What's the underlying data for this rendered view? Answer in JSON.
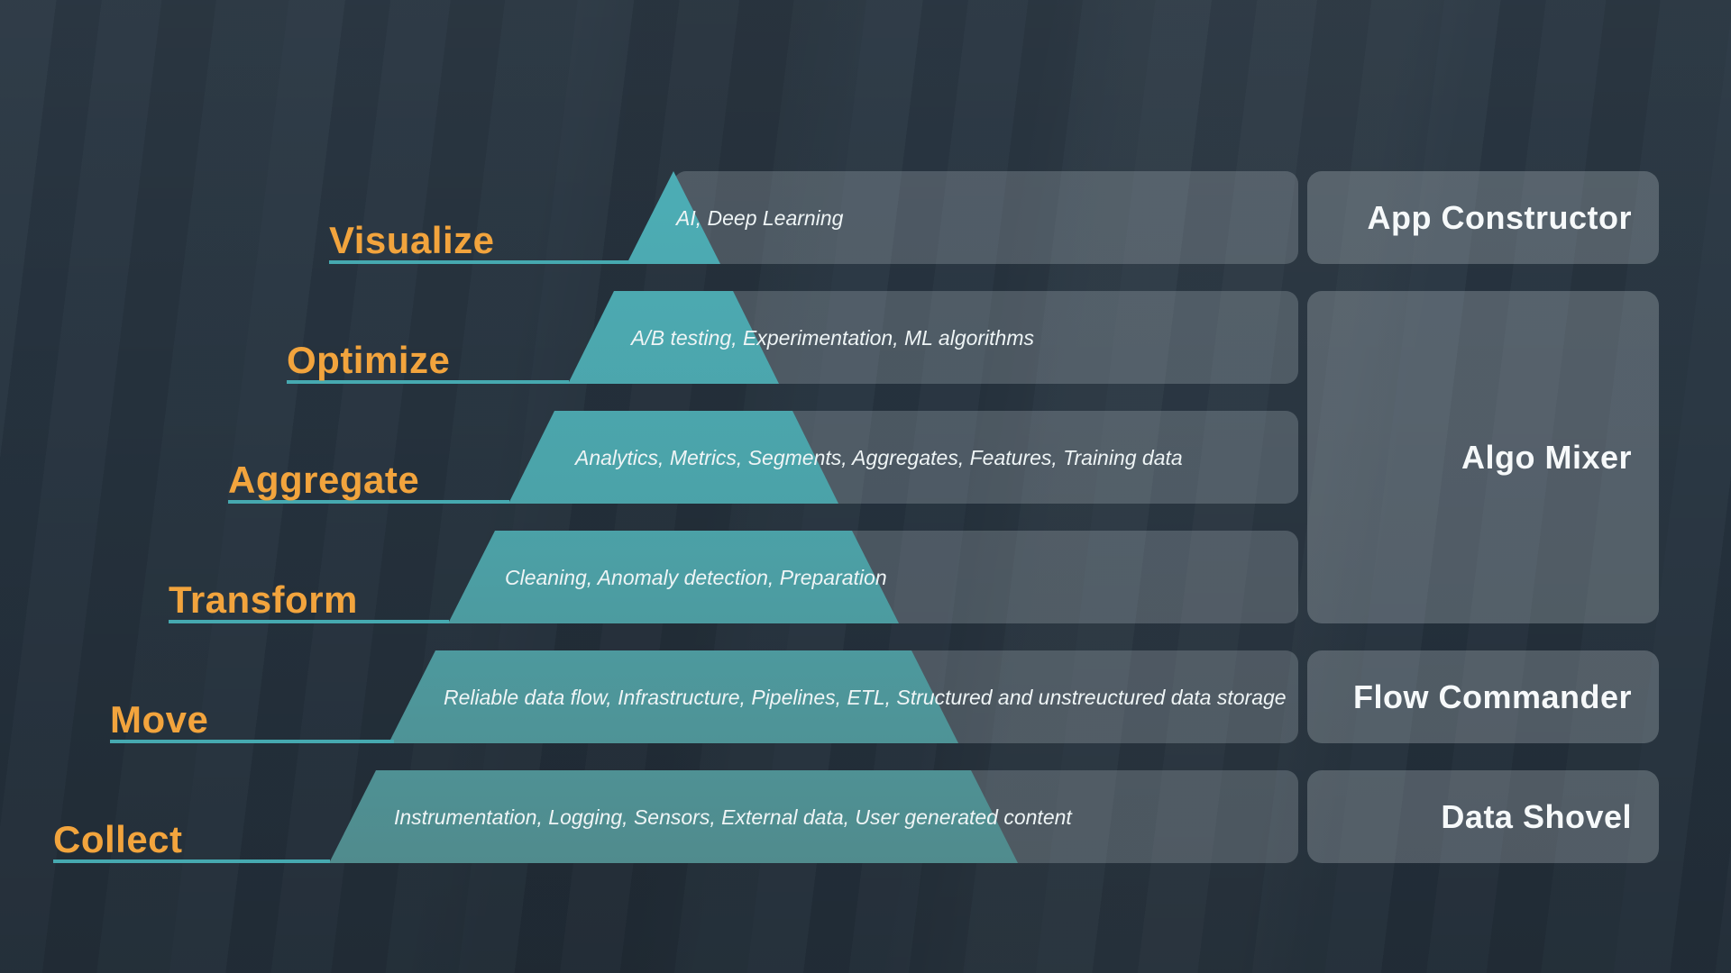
{
  "diagram": {
    "levels": [
      {
        "label": "Visualize",
        "description": "AI, Deep Learning"
      },
      {
        "label": "Optimize",
        "description": "A/B testing, Experimentation, ML algorithms"
      },
      {
        "label": "Aggregate",
        "description": "Analytics, Metrics, Segments, Aggregates, Features, Training data"
      },
      {
        "label": "Transform",
        "description": "Cleaning, Anomaly detection, Preparation"
      },
      {
        "label": "Move",
        "description": "Reliable data flow, Infrastructure, Pipelines, ETL, Structured and unstreuctured data storage"
      },
      {
        "label": "Collect",
        "description": "Instrumentation, Logging, Sensors, External data, User generated content"
      }
    ],
    "tools": [
      {
        "name": "App Constructor",
        "covers_levels": "Visualize"
      },
      {
        "name": "Algo Mixer",
        "covers_levels": "Optimize, Aggregate, Transform"
      },
      {
        "name": "Flow Commander",
        "covers_levels": "Move"
      },
      {
        "name": "Data Shovel",
        "covers_levels": "Collect"
      }
    ],
    "colors": {
      "background": "#273440",
      "label_orange": "#f2a43d",
      "underline_teal": "#46a9b0",
      "pyramid_teal_top": "#4cadb5",
      "pyramid_teal_bottom": "#508b8d",
      "panel_text": "#f6f9fa",
      "description_text": "#eef4f5"
    }
  }
}
